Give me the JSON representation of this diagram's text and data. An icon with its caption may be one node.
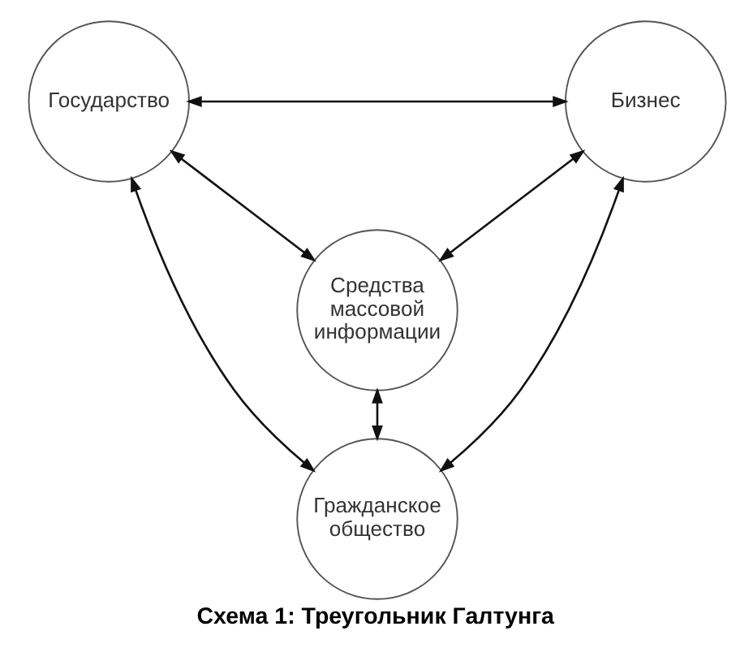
{
  "diagram": {
    "caption": "Схема 1: Треугольник Галтунга",
    "nodes": [
      {
        "text": [
          "Государство"
        ]
      },
      {
        "text": [
          "Бизнес"
        ]
      },
      {
        "text": [
          "Средства массовой информации"
        ]
      },
      {
        "text": [
          "Гражданское общество"
        ]
      }
    ],
    "edges": [
      {
        "from": 0,
        "to": 1,
        "arrow": "both"
      },
      {
        "from": 0,
        "to": 2,
        "arrow": "both"
      },
      {
        "from": 1,
        "to": 2,
        "arrow": "both"
      },
      {
        "from": 0,
        "to": 3,
        "arrow": "both"
      },
      {
        "from": 1,
        "to": 3,
        "arrow": "both"
      },
      {
        "from": 2,
        "to": 3,
        "arrow": "both"
      }
    ]
  }
}
